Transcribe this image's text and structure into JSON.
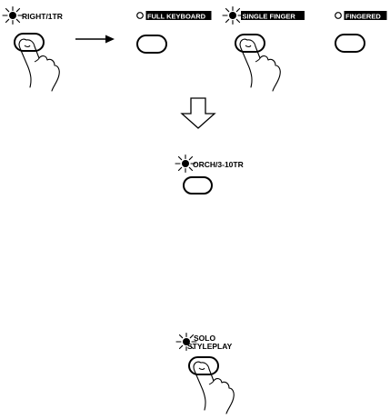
{
  "colors": {
    "ink": "#000000",
    "paper": "#ffffff"
  },
  "labels": {
    "right_1tr": "RIGHT/1TR",
    "full_keyboard": "FULL KEYBOARD",
    "single_finger": "SINGLE FINGER",
    "fingered": "FINGERED",
    "orch_3_10tr": "ORCH/3-10TR",
    "solo_line1": "SOLO",
    "solo_line2": "STYLEPLAY"
  },
  "indicators": {
    "right_1tr": "lit",
    "full_keyboard": "off",
    "single_finger": "lit",
    "fingered": "off",
    "orch_3_10tr": "lit",
    "solo_styleplay": "lit"
  },
  "icons": [
    "lamp-lit-icon",
    "lamp-off-icon",
    "finger-press-icon",
    "arrow-right-icon",
    "arrow-down-icon"
  ]
}
